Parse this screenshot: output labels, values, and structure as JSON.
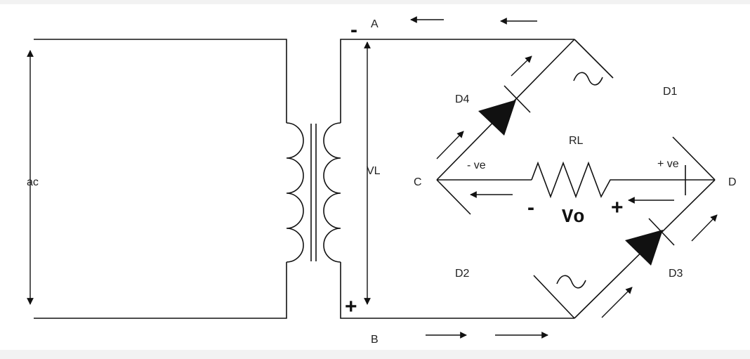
{
  "labels": {
    "source": "ac",
    "node_a": "A",
    "node_b": "B",
    "node_c": "C",
    "node_d": "D",
    "load_voltage": "VL",
    "d1": "D1",
    "d2": "D2",
    "d3": "D3",
    "d4": "D4",
    "resistor": "RL",
    "neg_ve": "- ve",
    "pos_ve": "+ ve",
    "output": "Vo",
    "minus": "-",
    "plus": "+"
  },
  "colors": {
    "wire": "#111111",
    "background": "#ffffff",
    "frame": "#f2f2f2"
  }
}
